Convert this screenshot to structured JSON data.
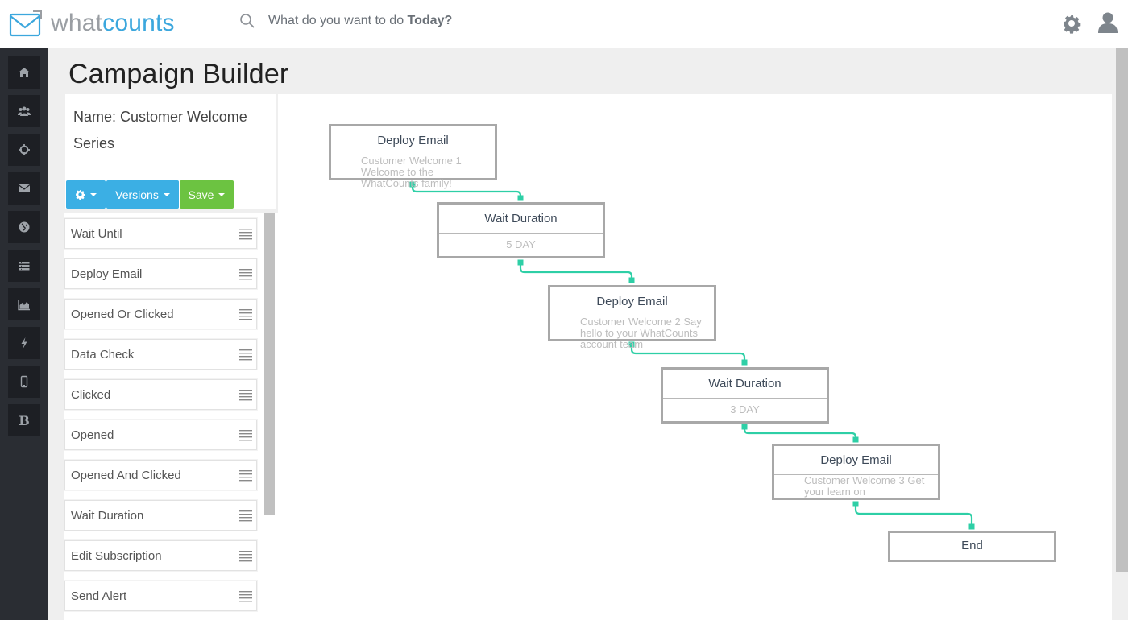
{
  "app": {
    "logo_part1": "what",
    "logo_part2": "counts"
  },
  "search": {
    "prefix": "What do you want to do ",
    "emphasis": "Today?"
  },
  "page": {
    "title": "Campaign Builder"
  },
  "campaign": {
    "name": "Name: Customer Welcome Series"
  },
  "toolbar": {
    "versions_label": "Versions",
    "save_label": "Save"
  },
  "nav_icons": [
    "home-icon",
    "users-icon",
    "crosshair-icon",
    "envelope-icon",
    "globe-icon",
    "list-icon",
    "area-chart-icon",
    "bolt-icon",
    "mobile-icon",
    "bold-b-icon"
  ],
  "nav_letter": "B",
  "steps": [
    {
      "label": "Wait Until"
    },
    {
      "label": "Deploy Email"
    },
    {
      "label": "Opened Or Clicked"
    },
    {
      "label": "Data Check"
    },
    {
      "label": "Clicked"
    },
    {
      "label": "Opened"
    },
    {
      "label": "Opened And Clicked"
    },
    {
      "label": "Wait Duration"
    },
    {
      "label": "Edit Subscription"
    },
    {
      "label": "Send Alert"
    }
  ],
  "workflow": [
    {
      "title": "Deploy Email",
      "detail": "Customer Welcome 1 Welcome to the WhatCounts family!"
    },
    {
      "title": "Wait Duration",
      "detail": "5 DAY"
    },
    {
      "title": "Deploy Email",
      "detail": "Customer Welcome 2 Say hello to your WhatCounts account team"
    },
    {
      "title": "Wait Duration",
      "detail": "3 DAY"
    },
    {
      "title": "Deploy Email",
      "detail": "Customer Welcome 3 Get your learn on"
    },
    {
      "title": "End"
    }
  ],
  "colors": {
    "accent_blue": "#3bafe4",
    "save_green": "#6cc341",
    "connector_teal": "#2ecfa6",
    "nav_dark": "#2a2d33"
  }
}
